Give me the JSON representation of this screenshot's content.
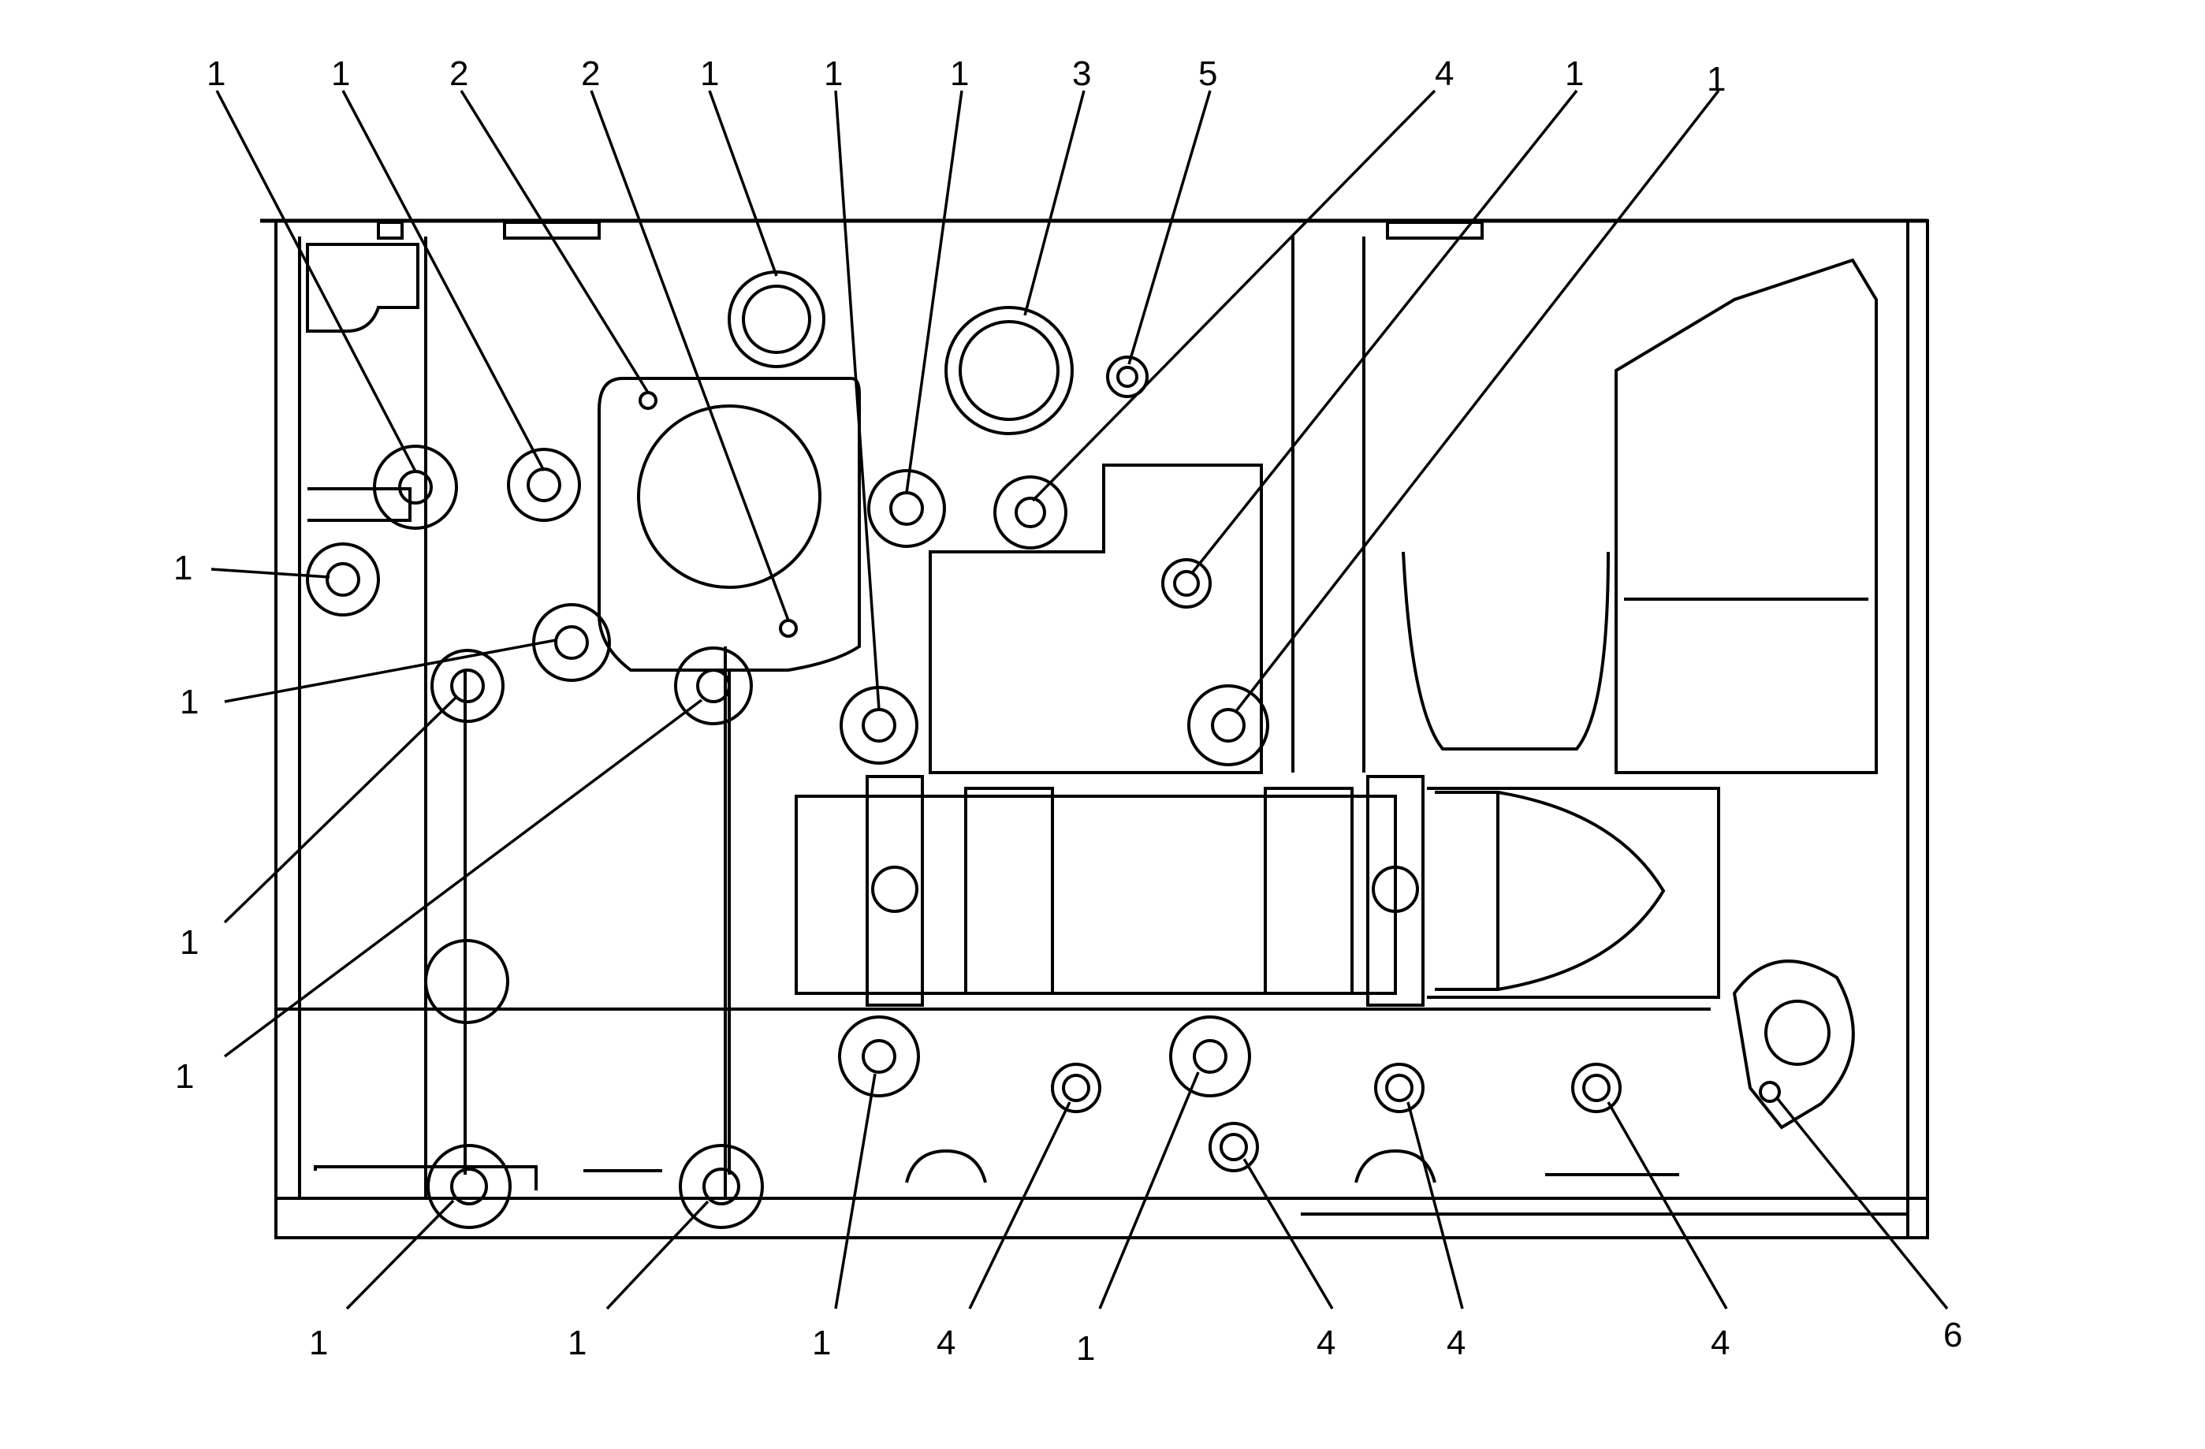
{
  "callouts": [
    {
      "id": "c1",
      "text": "1"
    },
    {
      "id": "c2",
      "text": "1"
    },
    {
      "id": "c3",
      "text": "2"
    },
    {
      "id": "c4",
      "text": "2"
    },
    {
      "id": "c5",
      "text": "1"
    },
    {
      "id": "c6",
      "text": "1"
    },
    {
      "id": "c7",
      "text": "1"
    },
    {
      "id": "c8",
      "text": "3"
    },
    {
      "id": "c9",
      "text": "5"
    },
    {
      "id": "c10",
      "text": "4"
    },
    {
      "id": "c11",
      "text": "1"
    },
    {
      "id": "c12",
      "text": "1"
    },
    {
      "id": "c13",
      "text": "1"
    },
    {
      "id": "c14",
      "text": "1"
    },
    {
      "id": "c15",
      "text": "1"
    },
    {
      "id": "c16",
      "text": "1"
    },
    {
      "id": "c17",
      "text": "1"
    },
    {
      "id": "c18",
      "text": "1"
    },
    {
      "id": "c19",
      "text": "1"
    },
    {
      "id": "c20",
      "text": "4"
    },
    {
      "id": "c21",
      "text": "1"
    },
    {
      "id": "c22",
      "text": "4"
    },
    {
      "id": "c23",
      "text": "4"
    },
    {
      "id": "c24",
      "text": "4"
    },
    {
      "id": "c25",
      "text": "6"
    }
  ],
  "colors": {
    "line": "#000000",
    "background": "#ffffff"
  }
}
